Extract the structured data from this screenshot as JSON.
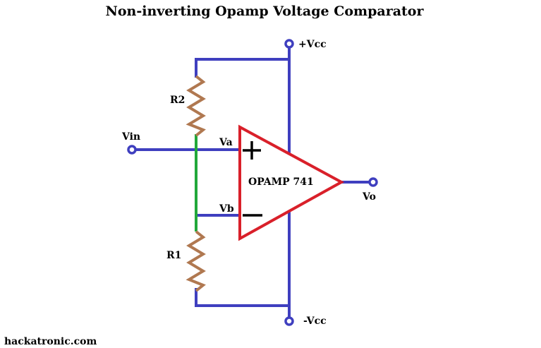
{
  "title": "Non-inverting Opamp Voltage Comparator",
  "labels": {
    "vcc_pos": "+Vcc",
    "vcc_neg": "-Vcc",
    "vin": "Vin",
    "va": "Va",
    "vb": "Vb",
    "vo": "Vo",
    "r1": "R1",
    "r2": "R2",
    "opamp": "OPAMP 741"
  },
  "credit": "hackatronic.com",
  "colors": {
    "wire": "#3f3fbf",
    "divider_wire": "#22a83a",
    "resistor": "#b07850",
    "opamp": "#d9202a"
  }
}
